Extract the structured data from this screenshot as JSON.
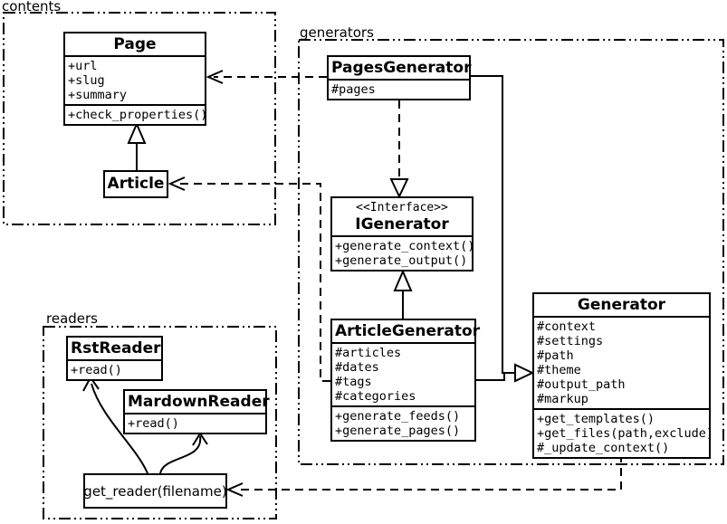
{
  "colors": {
    "foreground": "#000000",
    "background": "#ffffff"
  },
  "packages": {
    "contents": {
      "label": "contents"
    },
    "generators": {
      "label": "generators"
    },
    "readers": {
      "label": "readers"
    }
  },
  "classes": {
    "page": {
      "name": "Page",
      "attributes": [
        "+url",
        "+slug",
        "+summary"
      ],
      "methods": [
        "+check_properties()"
      ]
    },
    "article": {
      "name": "Article"
    },
    "pages_generator": {
      "name": "PagesGenerator",
      "attributes": [
        "#pages"
      ]
    },
    "igenerator": {
      "stereotype": "<<Interface>>",
      "name": "IGenerator",
      "methods": [
        "+generate_context()",
        "+generate_output()"
      ]
    },
    "article_generator": {
      "name": "ArticleGenerator",
      "attributes": [
        "#articles",
        "#dates",
        "#tags",
        "#categories"
      ],
      "methods": [
        "+generate_feeds()",
        "+generate_pages()"
      ]
    },
    "generator": {
      "name": "Generator",
      "attributes": [
        "#context",
        "#settings",
        "#path",
        "#theme",
        "#output_path",
        "#markup"
      ],
      "methods": [
        "+get_templates()",
        "+get_files(path,exclude)",
        "#_update_context()"
      ]
    },
    "rst_reader": {
      "name": "RstReader",
      "methods": [
        "+read()"
      ]
    },
    "mardown_reader": {
      "name": "MardownReader",
      "methods": [
        "+read()"
      ]
    },
    "get_reader": {
      "name": "get_reader(filename)"
    }
  },
  "relationships": [
    {
      "from": "Article",
      "to": "Page",
      "type": "generalization"
    },
    {
      "from": "PagesGenerator",
      "to": "Page",
      "type": "dependency"
    },
    {
      "from": "ArticleGenerator",
      "to": "Article",
      "type": "dependency"
    },
    {
      "from": "PagesGenerator",
      "to": "IGenerator",
      "type": "realization"
    },
    {
      "from": "ArticleGenerator",
      "to": "IGenerator",
      "type": "generalization"
    },
    {
      "from": "PagesGenerator",
      "to": "Generator",
      "type": "generalization"
    },
    {
      "from": "ArticleGenerator",
      "to": "Generator",
      "type": "generalization"
    },
    {
      "from": "Generator",
      "to": "get_reader(filename)",
      "type": "dependency"
    },
    {
      "from": "get_reader(filename)",
      "to": "RstReader",
      "type": "association"
    },
    {
      "from": "get_reader(filename)",
      "to": "MardownReader",
      "type": "association"
    }
  ]
}
